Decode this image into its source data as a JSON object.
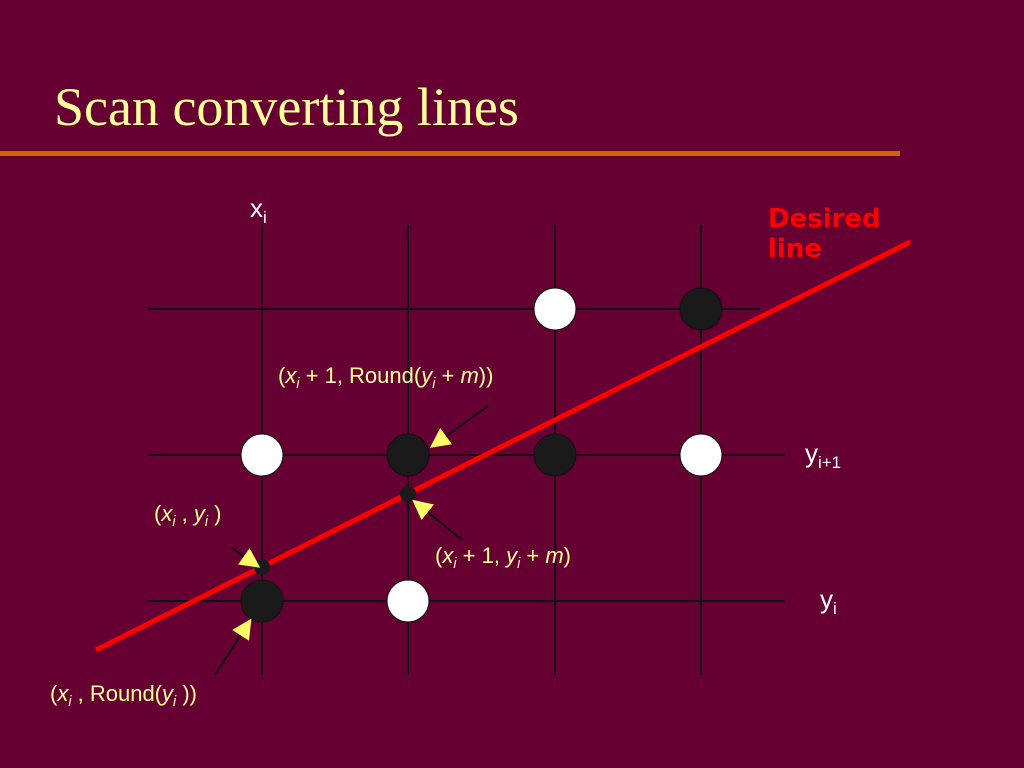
{
  "slide": {
    "title": "Scan converting lines",
    "desired_line_label": [
      "Desired",
      "line"
    ]
  },
  "axes": {
    "x_label": {
      "base": "x",
      "sub": "i"
    },
    "y_labels": [
      {
        "base": "y",
        "sub": "i+1"
      },
      {
        "base": "y",
        "sub": "i"
      }
    ]
  },
  "annotations": {
    "round_next": {
      "open": "(",
      "x": "x",
      "x_sub": "i",
      "mid": " + 1, Round(",
      "y": "y",
      "y_sub": "i",
      "plus": " + ",
      "m": "m",
      "close": "))"
    },
    "start_point": {
      "open": "(",
      "x": "x",
      "x_sub": "i",
      "sep": " , ",
      "y": "y",
      "y_sub": "i",
      "close": " )"
    },
    "exact_next": {
      "open": "(",
      "x": "x",
      "x_sub": "i",
      "mid": " + 1, ",
      "y": "y",
      "y_sub": "i",
      "plus": " + ",
      "m": "m",
      "close": ")"
    },
    "round_start": {
      "open": "(",
      "x": "x",
      "x_sub": "i",
      "mid": " , Round(",
      "y": "y",
      "y_sub": "i",
      "close": " ))"
    }
  },
  "colors": {
    "background": "#660033",
    "title": "#ffff99",
    "rule": "#cc6600",
    "line": "#ff0000",
    "filled_pixel": "#1a1a1a",
    "empty_pixel": "#ffffff",
    "arrow": "#ffff66"
  }
}
